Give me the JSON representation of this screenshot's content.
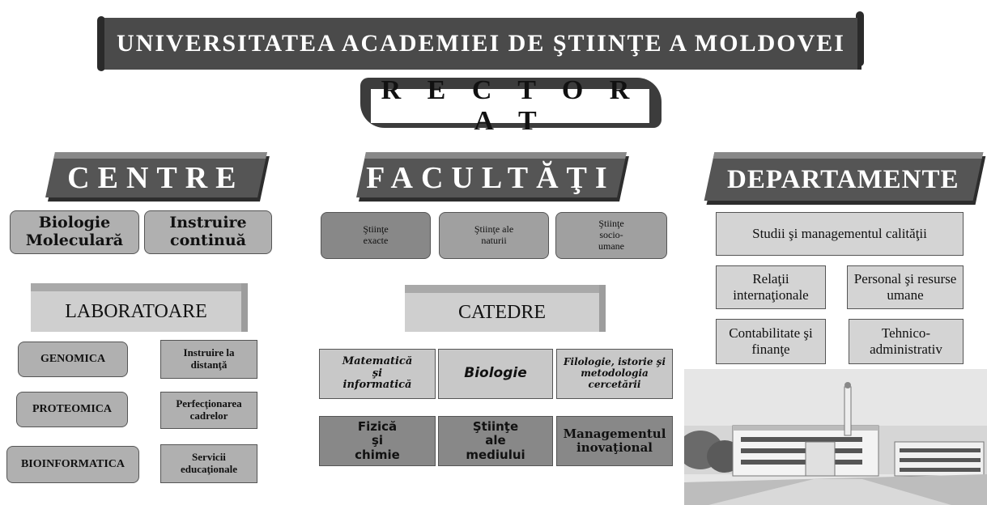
{
  "banner": {
    "title": "UNIVERSITATEA ACADEMIEI DE ŞTIINŢE A MOLDOVEI"
  },
  "rectorat": {
    "label": "R E C T O R A T"
  },
  "centre": {
    "header": "CENTRE",
    "items": [
      "Biologie Moleculară",
      "Instruire continuă"
    ]
  },
  "laboratoare": {
    "header": "LABORATOARE",
    "left": [
      "GENOMICA",
      "PROTEOMICA",
      "BIOINFORMATICA"
    ],
    "right": [
      "Instruire la distanţă",
      "Perfecţionarea cadrelor",
      "Servicii educaţionale"
    ]
  },
  "facultati": {
    "header": "FACULTĂŢI",
    "items": [
      "Ştiinţe exacte",
      "Ştiinţe ale naturii",
      "Ştiinţe socio-umane"
    ]
  },
  "catedre": {
    "header": "CATEDRE",
    "row1": [
      "Matematică şi informatică",
      "Biologie",
      "Filologie, istorie şi metodologia cercetării"
    ],
    "row2": [
      "Fizică şi chimie",
      "Ştiinţe ale mediului",
      "Managementul inovaţional"
    ]
  },
  "departamente": {
    "header": "DEPARTAMENTE",
    "items": [
      "Studii şi managementul calităţii",
      "Relaţii internaţionale",
      "Personal şi resurse umane",
      "Contabilitate şi finanţe",
      "Tehnico-administrativ"
    ]
  },
  "colors": {
    "dark": "#4a4a4a",
    "mid": "#a0a0a0",
    "light": "#d4d4d4"
  }
}
